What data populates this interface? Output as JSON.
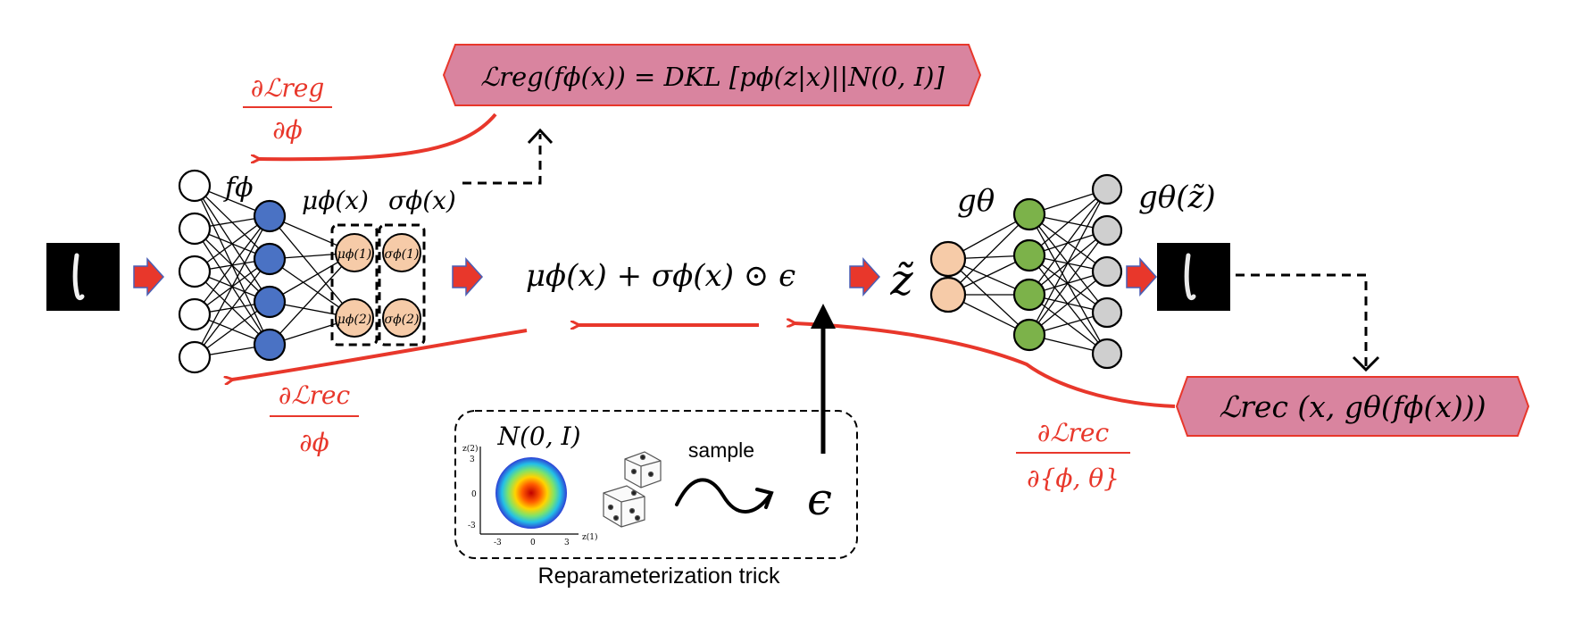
{
  "colors": {
    "gradient_arrow": "#e8372b",
    "forward_arrow": "#e8372b",
    "loss_box_fill": "#d9849f",
    "loss_box_stroke": "#e8372b",
    "encoder_hidden": "#4a72c4",
    "latent_node": "#f6cba8",
    "decoder_hidden": "#7cb24a",
    "output_node": "#cfcfcf"
  },
  "encoder": {
    "label": "fϕ",
    "mu_label": "μϕ(x)",
    "sigma_label": "σϕ(x)",
    "mu_nodes": [
      "μϕ(1)",
      "μϕ(2)"
    ],
    "sigma_nodes": [
      "σϕ(1)",
      "σϕ(2)"
    ]
  },
  "reg_loss": {
    "text": "ℒreg(fϕ(x)) = DKL [pϕ(z|x)||N(0, I)]"
  },
  "grad_reg": {
    "num": "∂ℒreg",
    "den": "∂ϕ"
  },
  "grad_rec_encoder": {
    "num": "∂ℒrec",
    "den": "∂ϕ"
  },
  "grad_rec_all": {
    "num": "∂ℒrec",
    "den": "∂{ϕ, θ}"
  },
  "reparam_expression": "μϕ(x) + σϕ(x) ⊙ ϵ",
  "latent_symbol": "z̃",
  "decoder": {
    "label": "gθ",
    "output_label": "gθ(z̃)"
  },
  "rec_loss": {
    "text": "ℒrec (x, gθ(fϕ(x)))"
  },
  "reparam_box": {
    "distribution": "N(0, I)",
    "sample_label": "sample",
    "epsilon": "ϵ",
    "caption": "Reparameterization trick",
    "y_axis_label": "z(2)",
    "x_axis_label": "z(1)",
    "y_ticks": [
      "3",
      "0",
      "-3"
    ],
    "x_ticks": [
      "-3",
      "0",
      "3"
    ]
  }
}
